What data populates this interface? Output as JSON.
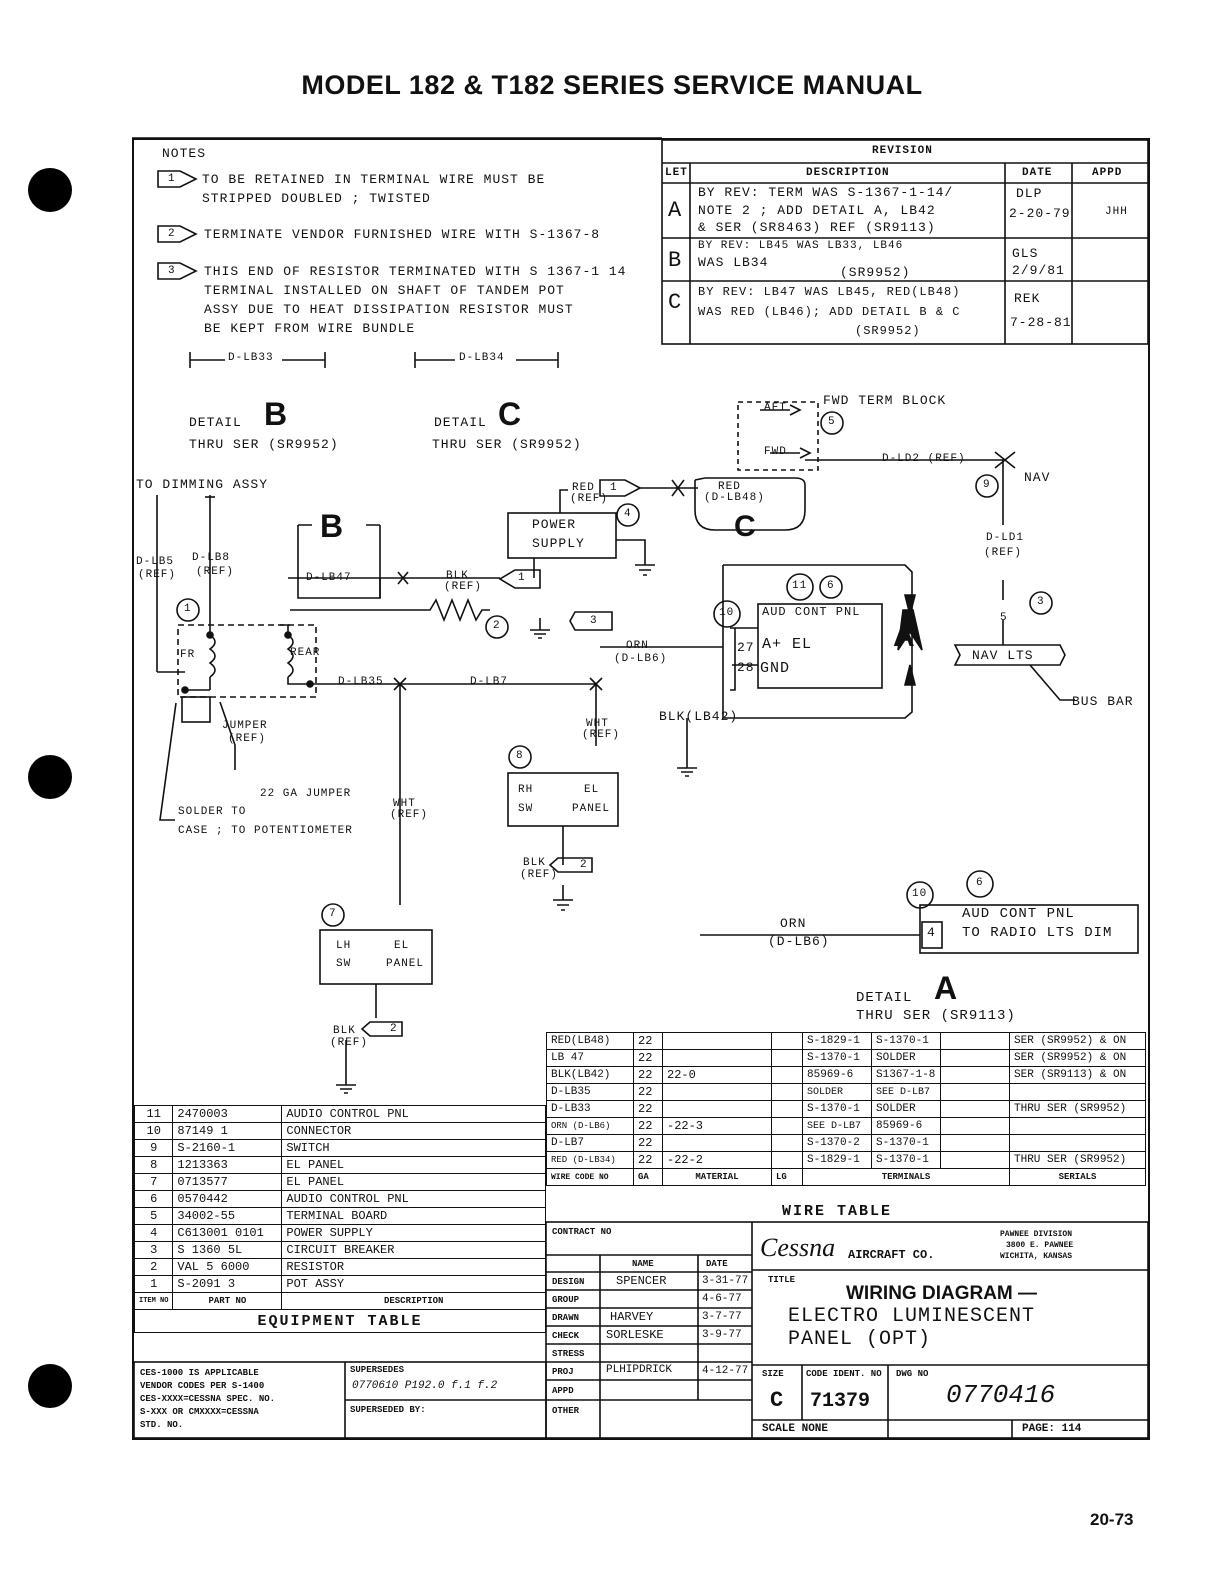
{
  "header": {
    "title": "MODEL 182 & T182 SERIES SERVICE MANUAL"
  },
  "footer": {
    "page": "20-73"
  },
  "notes": {
    "title": "NOTES",
    "n1_num": "1",
    "n1_l1": "TO BE RETAINED IN TERMINAL WIRE MUST BE",
    "n1_l2": "STRIPPED DOUBLED ; TWISTED",
    "n2_num": "2",
    "n2_l1": "TERMINATE VENDOR FURNISHED WIRE WITH S-1367-8",
    "n3_num": "3",
    "n3_l1": "THIS END OF RESISTOR TERMINATED WITH S 1367-1 14",
    "n3_l2": "TERMINAL INSTALLED ON SHAFT OF TANDEM POT",
    "n3_l3": "ASSY DUE TO HEAT DISSIPATION RESISTOR MUST",
    "n3_l4": "BE KEPT FROM WIRE BUNDLE"
  },
  "revision": {
    "title": "REVISION",
    "headers": {
      "ltr": "LET",
      "desc": "DESCRIPTION",
      "date": "DATE",
      "appd": "APPD"
    },
    "rows": [
      {
        "ltr": "A",
        "l1": "BY REV: TERM WAS S-1367-1-14/",
        "l2": "NOTE 2 ; ADD DETAIL A, LB42",
        "l3": "& SER (SR8463) REF (SR9113)",
        "date1": "DLP",
        "date2": "2-20-79",
        "appd": "JHH"
      },
      {
        "ltr": "B",
        "l1": "BY REV: LB45 WAS LB33, LB46",
        "l2": "WAS LB34",
        "l3": "(SR9952)",
        "date1": "GLS",
        "date2": "2/9/81",
        "appd": ""
      },
      {
        "ltr": "C",
        "l1": "BY REV: LB47 WAS LB45, RED(LB48)",
        "l2": "WAS RED (LB46); ADD DETAIL B & C",
        "l3": "(SR9952)",
        "date1": "REK",
        "date2": "7-28-81",
        "appd": ""
      }
    ]
  },
  "diagram": {
    "d_lb33": "D-LB33",
    "d_lb34": "D-LB34",
    "detail_word": "DETAIL",
    "detail_b": "B",
    "detail_c": "C",
    "detail_a": "A",
    "thru_ser_b": "THRU SER (SR9952)",
    "thru_ser_c": "THRU SER (SR9952)",
    "thru_ser_a": "THRU SER (SR9113)",
    "to_dimming": "TO DIMMING ASSY",
    "d_lb5": "D-LB5",
    "d_lb8": "D-LB8",
    "ref": "(REF)",
    "d_lb47": "D-LB47",
    "blk_ref": "BLK",
    "red": "RED",
    "d_lb48": "(D-LB48)",
    "power_supply_1": "POWER",
    "power_supply_2": "SUPPLY",
    "fwd_term_block": "FWD TERM BLOCK",
    "aft": "AFT",
    "fwd": "FWD",
    "d_ld2": "D-LD2 (REF)",
    "nav": "NAV",
    "d_ld1": "D-LD1",
    "nav_lts": "NAV LTS",
    "bus_bar": "BUS BAR",
    "aud_cont_pnl": "AUD CONT PNL",
    "a_plus_el": "A+ EL",
    "gnd": "GND",
    "pin27": "27",
    "pin28": "28",
    "orn": "ORN",
    "d_lb6": "(D-LB6)",
    "blk_lb42": "BLK(LB42)",
    "fr": "FR",
    "rear": "REAR",
    "d_lb35": "D-LB35",
    "d_lb7": "D-LB7",
    "jumper": "JUMPER",
    "ga_jumper": "22 GA JUMPER",
    "solder_to": "SOLDER TO",
    "case_to_pot": "CASE ; TO POTENTIOMETER",
    "wht": "WHT",
    "rh_sw": "RH",
    "sw": "SW",
    "el": "EL",
    "panel": "PANEL",
    "lh_sw": "LH",
    "blk": "BLK",
    "to_radio": "TO RADIO LTS DIM",
    "pin4": "4",
    "c1": "1",
    "c2": "2",
    "c3": "3",
    "c4": "4",
    "c5": "5",
    "c6": "6",
    "c7": "7",
    "c8": "8",
    "c9": "9",
    "c10": "10",
    "c11": "11"
  },
  "wire_table": {
    "title": "WIRE TABLE",
    "headers": {
      "wire": "WIRE CODE NO",
      "ga": "GA",
      "material": "MATERIAL",
      "lg": "LG",
      "terminals": "TERMINALS",
      "serials": "SERIALS"
    },
    "rows": [
      {
        "code": "RED(LB48)",
        "ga": "22",
        "mat": "",
        "t1": "S-1829-1",
        "t2": "S-1370-1",
        "ser": "SER (SR9952) & ON"
      },
      {
        "code": "LB 47",
        "ga": "22",
        "mat": "",
        "t1": "S-1370-1",
        "t2": "SOLDER",
        "ser": "SER (SR9952) & ON"
      },
      {
        "code": "BLK(LB42)",
        "ga": "22",
        "mat": "22-0",
        "t1": "85969-6",
        "t2": "S1367-1-8",
        "ser": "SER (SR9113) & ON"
      },
      {
        "code": "D-LB35",
        "ga": "22",
        "mat": "",
        "t1": "SOLDER",
        "t2": "SEE D-LB7",
        "ser": ""
      },
      {
        "code": "D-LB33",
        "ga": "22",
        "mat": "",
        "t1": "S-1370-1",
        "t2": "SOLDER",
        "ser": "THRU SER (SR9952)"
      },
      {
        "code": "ORN (D-LB6)",
        "ga": "22",
        "mat": "-22-3",
        "t1": "SEE D-LB7",
        "t2": "85969-6",
        "ser": ""
      },
      {
        "code": "D-LB7",
        "ga": "22",
        "mat": "",
        "t1": "S-1370-2",
        "t2": "S-1370-1",
        "ser": ""
      },
      {
        "code": "RED (D-LB34)",
        "ga": "22",
        "mat": "-22-2",
        "t1": "S-1829-1",
        "t2": "S-1370-1",
        "ser": "THRU SER (SR9952)"
      }
    ]
  },
  "equipment": {
    "title": "EQUIPMENT TABLE",
    "headers": {
      "item": "ITEM NO",
      "part": "PART NO",
      "desc": "DESCRIPTION"
    },
    "rows": [
      {
        "item": "11",
        "part": "2470003",
        "desc": "AUDIO CONTROL PNL"
      },
      {
        "item": "10",
        "part": "87149 1",
        "desc": "CONNECTOR"
      },
      {
        "item": "9",
        "part": "S-2160-1",
        "desc": "SWITCH"
      },
      {
        "item": "8",
        "part": "1213363",
        "desc": "EL PANEL"
      },
      {
        "item": "7",
        "part": "0713577",
        "desc": "EL PANEL"
      },
      {
        "item": "6",
        "part": "0570442",
        "desc": "AUDIO CONTROL PNL"
      },
      {
        "item": "5",
        "part": "34002-55",
        "desc": "TERMINAL BOARD"
      },
      {
        "item": "4",
        "part": "C613001 0101",
        "desc": "POWER SUPPLY"
      },
      {
        "item": "3",
        "part": "S 1360 5L",
        "desc": "CIRCUIT BREAKER"
      },
      {
        "item": "2",
        "part": "VAL 5 6000",
        "desc": "RESISTOR"
      },
      {
        "item": "1",
        "part": "S-2091 3",
        "desc": "POT ASSY"
      }
    ]
  },
  "title_block": {
    "ces_l1": "CES-1000 IS APPLICABLE",
    "ces_l2": "VENDOR CODES PER S-1400",
    "ces_l3": "CES-XXXX=CESSNA SPEC. NO.",
    "ces_l4": "S-XXX OR CMXXXX=CESSNA",
    "ces_l5": "STD. NO.",
    "supersedes": "SUPERSEDES",
    "supersedes_val": "0770610 P192.0 f.1 f.2",
    "superseded_by": "SUPERSEDED BY:",
    "contract_no": "CONTRACT NO",
    "name": "NAME",
    "date": "DATE",
    "design": "DESIGN",
    "design_name": "SPENCER",
    "design_date": "3-31-77",
    "group": "GROUP",
    "group_name": "",
    "group_date": "4-6-77",
    "drawn": "DRAWN",
    "drawn_name": "HARVEY",
    "drawn_date": "3-7-77",
    "check": "CHECK",
    "check_name": "SORLESKE",
    "check_date": "3-9-77",
    "stress": "STRESS",
    "proj": "PROJ",
    "proj_name": "PLHIPDRICK",
    "proj_date": "4-12-77",
    "appd": "APPD",
    "other": "OTHER",
    "division_l1": "PAWNEE DIVISION",
    "division_l2": "3800 E. PAWNEE",
    "division_l3": "WICHITA, KANSAS",
    "cessna": "Cessna",
    "aircraft": "AIRCRAFT CO.",
    "title_label": "TITLE",
    "title_l1": "WIRING DIAGRAM —",
    "title_l2": "ELECTRO LUMINESCENT",
    "title_l3": "PANEL (OPT)",
    "size_label": "SIZE",
    "size": "C",
    "code_ident_label": "CODE IDENT. NO",
    "code_ident": "71379",
    "dwg_label": "DWG NO",
    "dwg_no": "0770416",
    "scale": "SCALE NONE",
    "page": "PAGE: 114"
  }
}
